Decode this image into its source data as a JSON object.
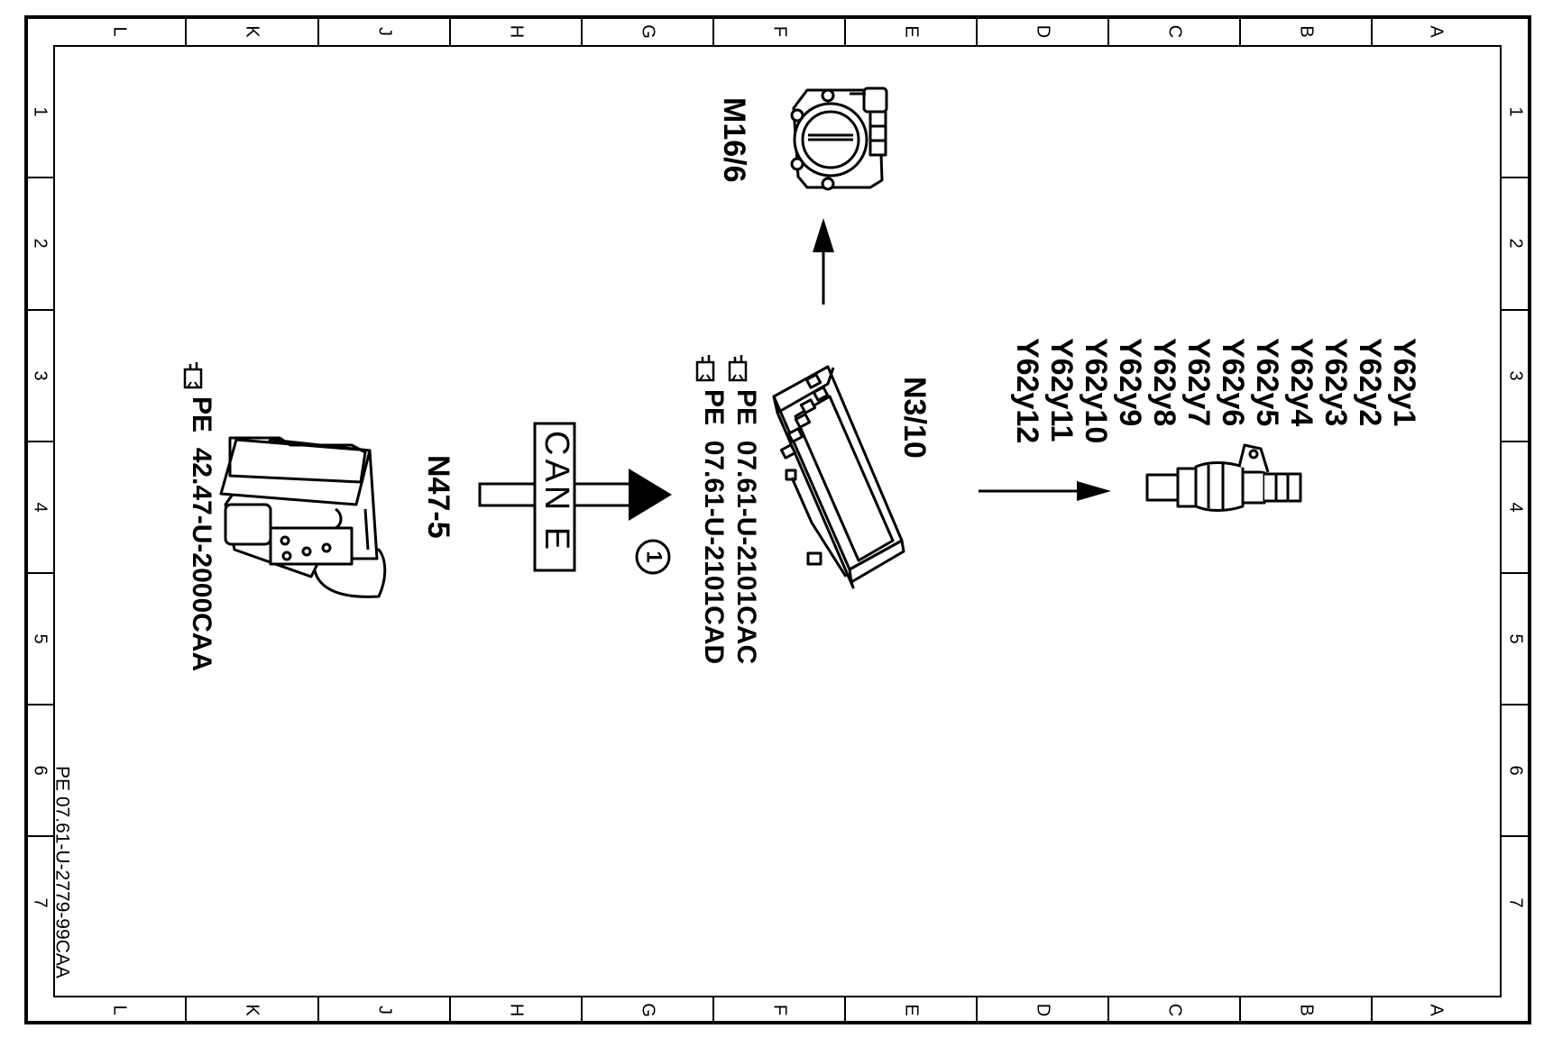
{
  "frame": {
    "columns": [
      "L",
      "K",
      "J",
      "H",
      "G",
      "F",
      "E",
      "D",
      "C",
      "B",
      "A"
    ],
    "rows": [
      "1",
      "2",
      "3",
      "4",
      "5",
      "6",
      "7"
    ]
  },
  "drawing_code": "PE 07.61-U-2779-99CAA",
  "components": {
    "throttle": {
      "label": "M16/6"
    },
    "control_unit": {
      "label": "N3/10",
      "refs": [
        {
          "icon": "hand-pointer-icon",
          "text": "PE  07.61-U-2101CAC"
        },
        {
          "icon": "hand-pointer-icon",
          "text": "PE  07.61-U-2101CAD"
        }
      ]
    },
    "abs_unit": {
      "label": "N47-5",
      "refs": [
        {
          "icon": "hand-pointer-icon",
          "text": "PE  42.47-U-2000CAA"
        }
      ]
    },
    "injectors": {
      "labels": [
        "Y62y1",
        "Y62y2",
        "Y62y3",
        "Y62y4",
        "Y62y5",
        "Y62y6",
        "Y62y7",
        "Y62y8",
        "Y62y9",
        "Y62y10",
        "Y62y11",
        "Y62y12"
      ]
    }
  },
  "can_bus": {
    "label": "CAN E",
    "marker": "1"
  }
}
